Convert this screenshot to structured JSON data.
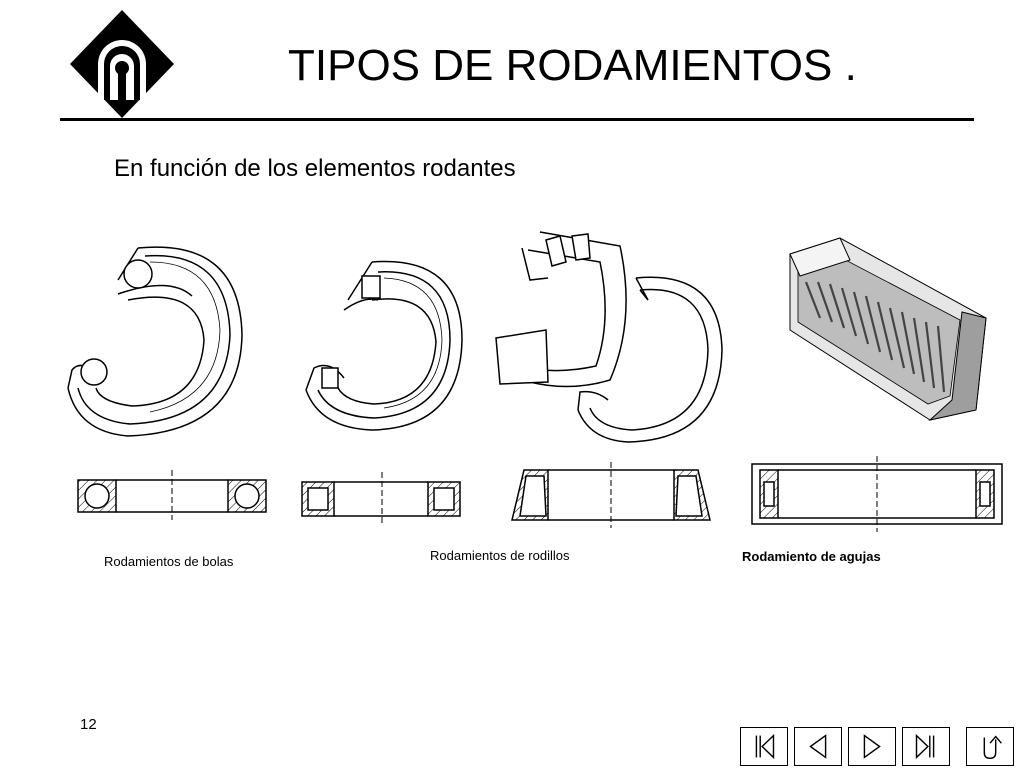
{
  "slide": {
    "title": "TIPOS DE RODAMIENTOS .",
    "subtitle": "En función de los elementos rodantes",
    "page_number": "12"
  },
  "captions": {
    "bolas": "Rodamientos de bolas",
    "rodillos": "Rodamientos de rodillos",
    "agujas": "Rodamiento de agujas"
  },
  "icons": {
    "logo": "university-logo",
    "nav": [
      "first-slide-icon",
      "previous-slide-icon",
      "next-slide-icon",
      "last-slide-icon",
      "return-icon"
    ]
  },
  "colors": {
    "text": "#000000",
    "background": "#ffffff"
  }
}
